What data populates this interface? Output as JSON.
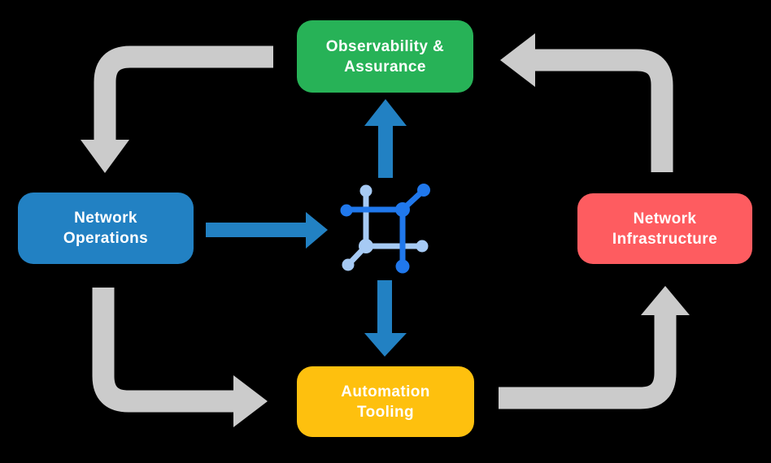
{
  "diagram": {
    "nodes": {
      "observability": {
        "line1": "Observability &",
        "line2": "Assurance",
        "color": "#27b257"
      },
      "operations": {
        "line1": "Network",
        "line2": "Operations",
        "color": "#2281c3"
      },
      "infrastructure": {
        "line1": "Network",
        "line2": "Infrastructure",
        "color": "#fe5c60"
      },
      "automation": {
        "line1": "Automation",
        "line2": "Tooling",
        "color": "#fec00e"
      }
    },
    "center_icon": "network-mesh-icon",
    "edges": [
      {
        "from": "Observability & Assurance",
        "to": "Network Operations",
        "style": "gray-elbow"
      },
      {
        "from": "Network Infrastructure",
        "to": "Observability & Assurance",
        "style": "gray-elbow"
      },
      {
        "from": "Network Operations",
        "to": "Automation Tooling",
        "style": "gray-elbow"
      },
      {
        "from": "Automation Tooling",
        "to": "Network Infrastructure",
        "style": "gray-elbow"
      },
      {
        "from": "Network Operations",
        "to": "center-icon",
        "style": "blue-straight"
      },
      {
        "from": "center-icon",
        "to": "Observability & Assurance",
        "style": "blue-straight"
      },
      {
        "from": "center-icon",
        "to": "Automation Tooling",
        "style": "blue-straight"
      }
    ],
    "colors": {
      "background": "#000000",
      "text": "#ffffff",
      "arrow_gray": "#cbcbcb",
      "arrow_blue": "#2281c3",
      "icon_dark_blue": "#2078ec",
      "icon_light_blue": "#a6caf4"
    }
  }
}
